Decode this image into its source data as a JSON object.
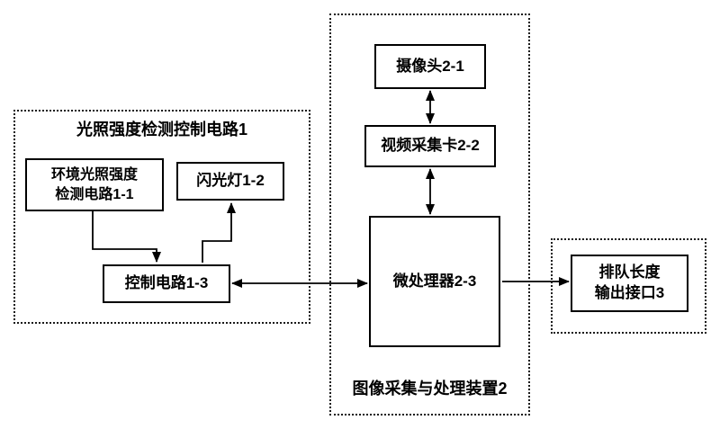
{
  "diagram": {
    "left_group": {
      "title": "光照强度检测控制电路1",
      "ambient_box": {
        "line1": "环境光照强度",
        "line2": "检测电路1-1"
      },
      "flash_box": {
        "label": "闪光灯1-2"
      },
      "control_box": {
        "label": "控制电路1-3"
      }
    },
    "middle_group": {
      "title": "图像采集与处理装置2",
      "camera_box": {
        "label": "摄像头2-1"
      },
      "capture_box": {
        "label": "视频采集卡2-2"
      },
      "mcu_box": {
        "label": "微处理器2-3"
      }
    },
    "right_group": {
      "output_box": {
        "line1": "排队长度",
        "line2": "输出接口3"
      }
    },
    "colors": {
      "line": "#000000",
      "background": "#ffffff"
    }
  }
}
